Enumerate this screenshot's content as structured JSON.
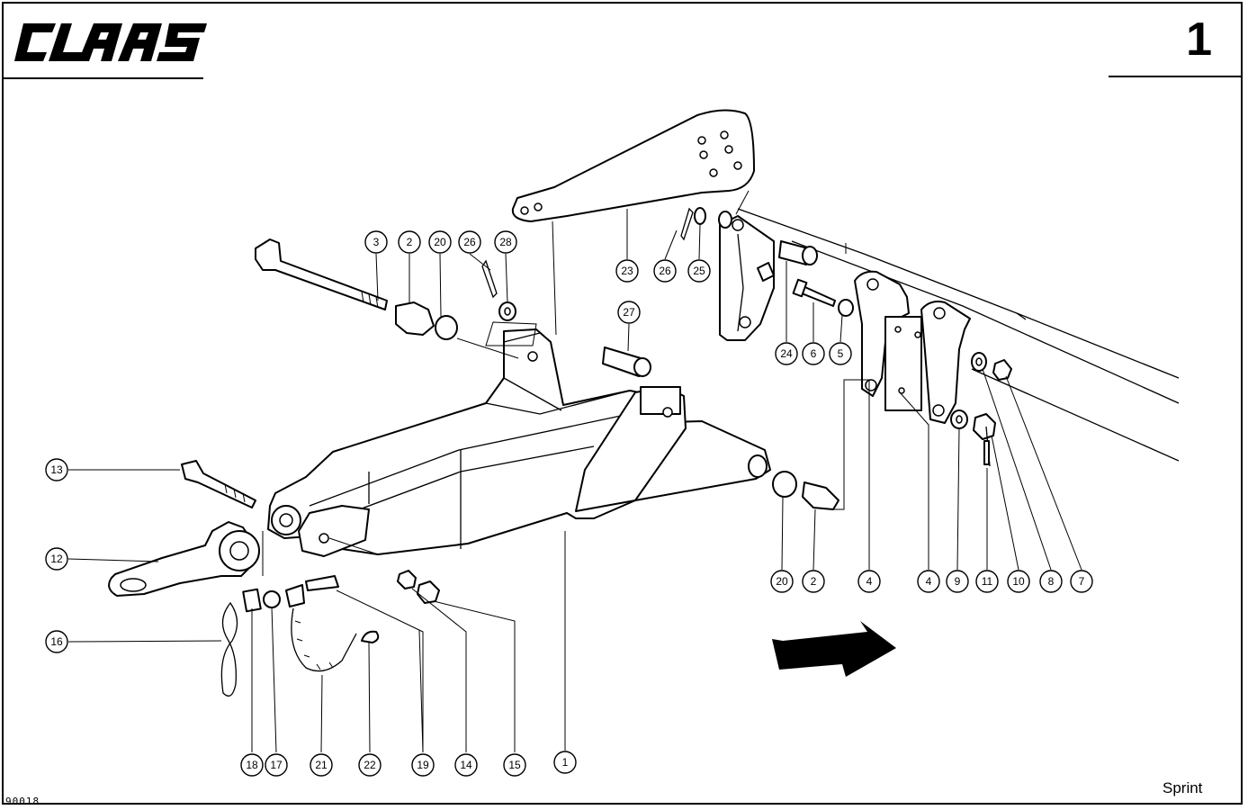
{
  "header": {
    "brand": "CLAAS",
    "page_number": "1"
  },
  "footer": {
    "doc_code": "90018",
    "model": "Sprint"
  },
  "callouts": [
    {
      "label": "3"
    },
    {
      "label": "2"
    },
    {
      "label": "20"
    },
    {
      "label": "26"
    },
    {
      "label": "28"
    },
    {
      "label": "23"
    },
    {
      "label": "26"
    },
    {
      "label": "25"
    },
    {
      "label": "27"
    },
    {
      "label": "24"
    },
    {
      "label": "6"
    },
    {
      "label": "5"
    },
    {
      "label": "13"
    },
    {
      "label": "12"
    },
    {
      "label": "16"
    },
    {
      "label": "20"
    },
    {
      "label": "2"
    },
    {
      "label": "4"
    },
    {
      "label": "4"
    },
    {
      "label": "9"
    },
    {
      "label": "11"
    },
    {
      "label": "10"
    },
    {
      "label": "8"
    },
    {
      "label": "7"
    },
    {
      "label": "18"
    },
    {
      "label": "17"
    },
    {
      "label": "21"
    },
    {
      "label": "22"
    },
    {
      "label": "19"
    },
    {
      "label": "14"
    },
    {
      "label": "15"
    },
    {
      "label": "1"
    }
  ]
}
